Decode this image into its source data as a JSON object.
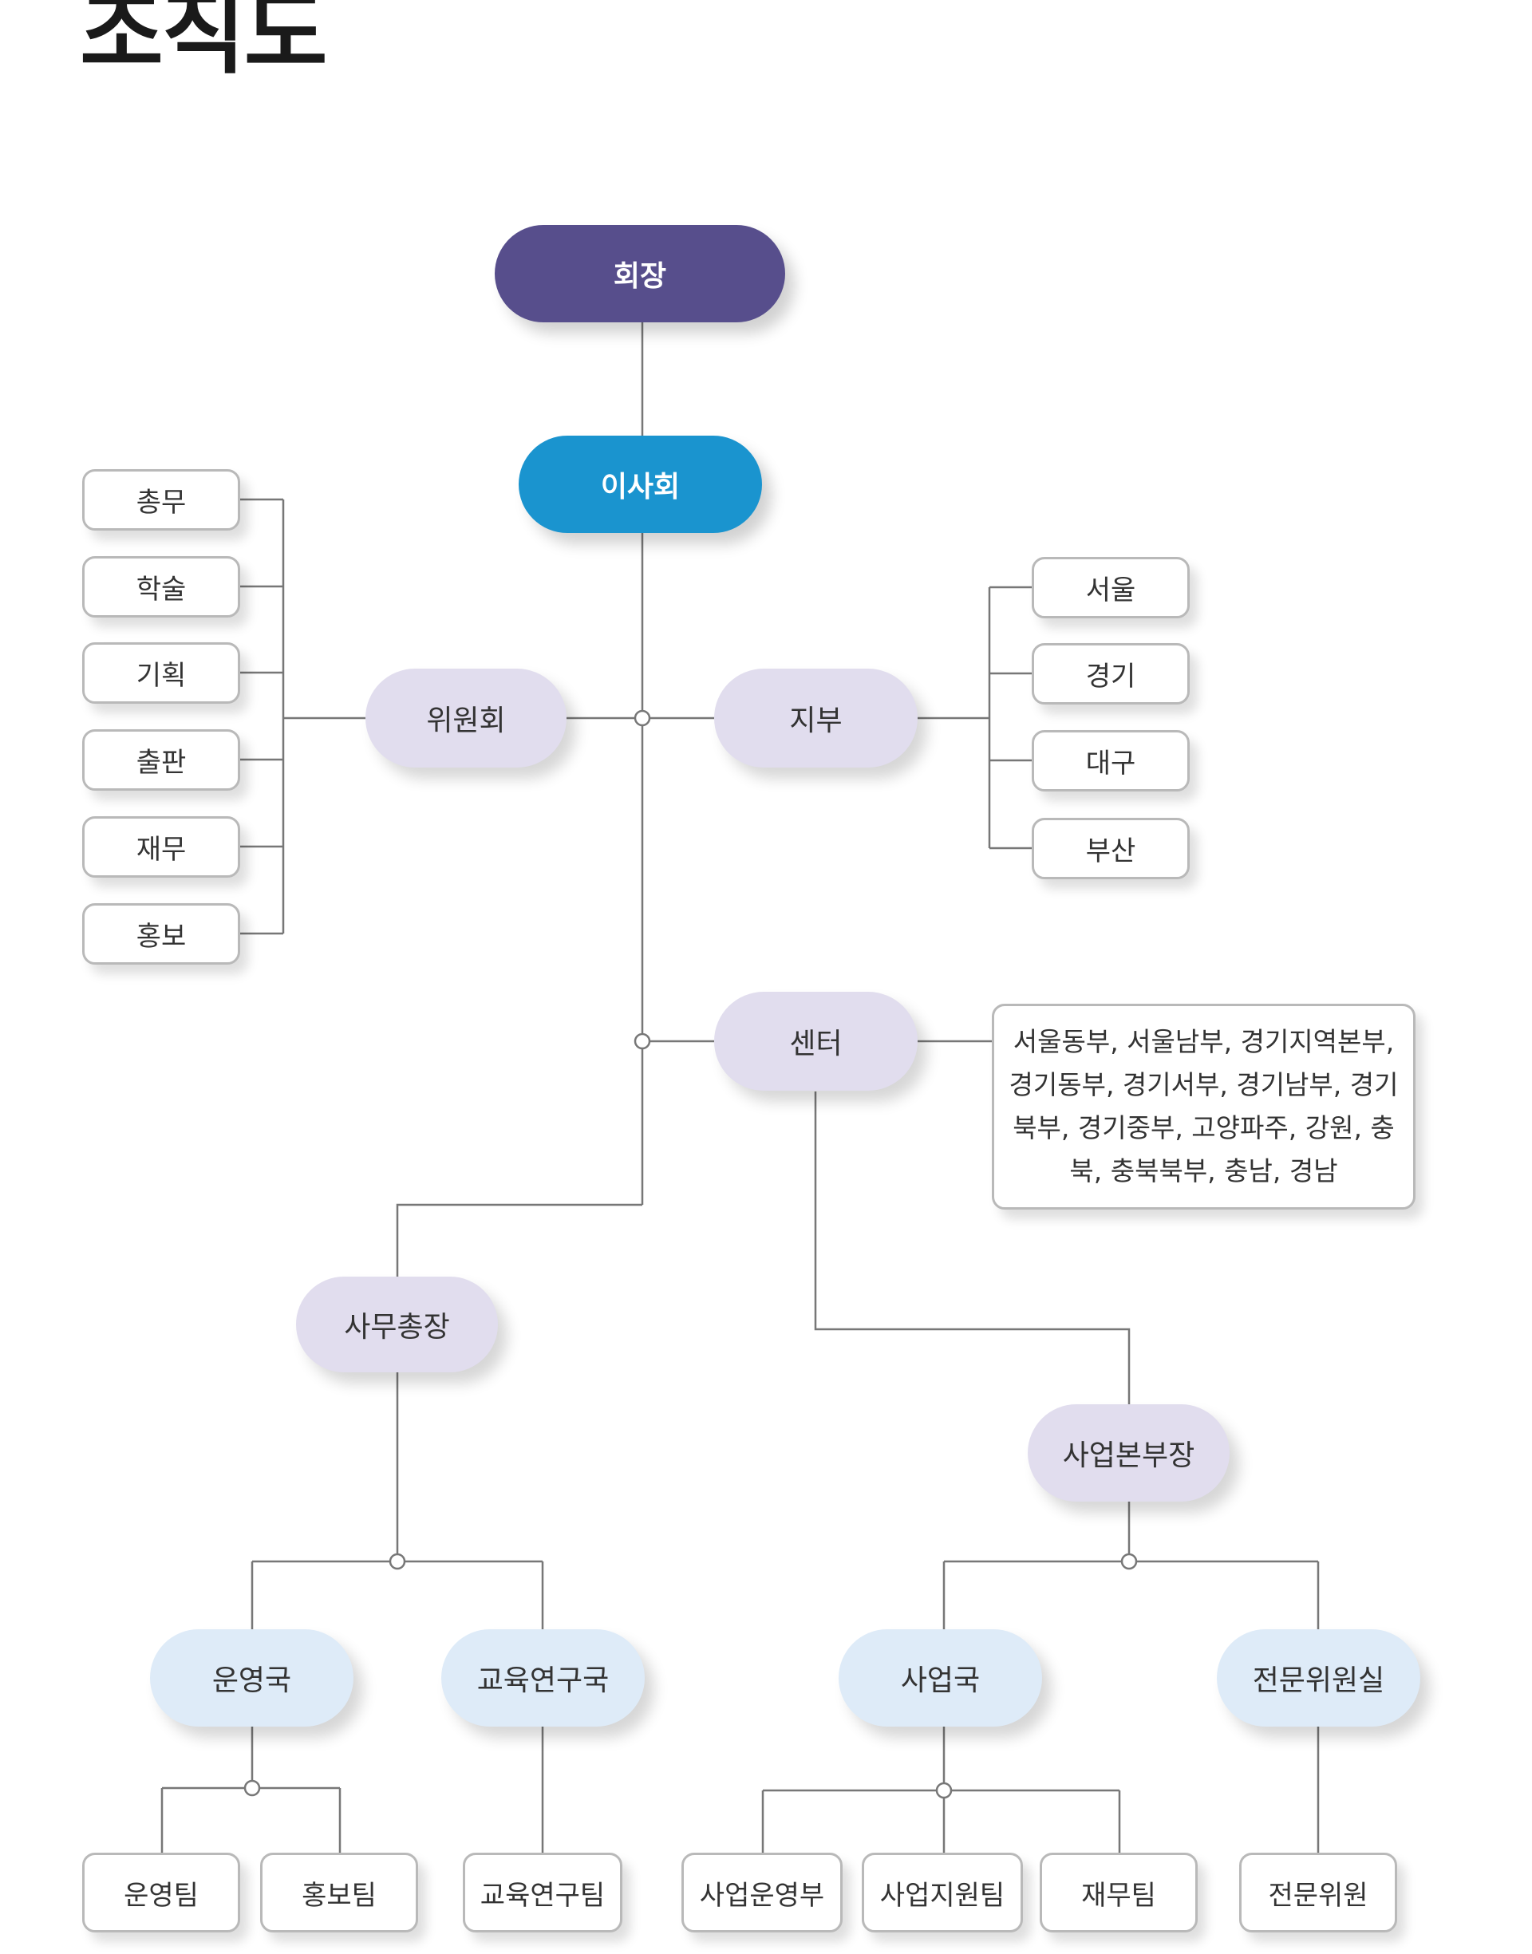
{
  "title": "조직도",
  "colors": {
    "president": "#574e8c",
    "board": "#1a94cf",
    "mid_level": "#e1ddee",
    "lower_level": "#deebf8",
    "connector": "#777777"
  },
  "nodes": {
    "president": "회장",
    "board": "이사회",
    "committee": "위원회",
    "branch": "지부",
    "center": "센터",
    "secretary_general": "사무총장",
    "business_director": "사업본부장"
  },
  "committee_items": [
    "총무",
    "학술",
    "기획",
    "출판",
    "재무",
    "홍보"
  ],
  "branch_items": [
    "서울",
    "경기",
    "대구",
    "부산"
  ],
  "center_list": "서울동부, 서울남부, 경기지역본부, 경기동부, 경기서부, 경기남부, 경기북부, 경기중부, 고양파주, 강원, 충북, 충북북부, 충남, 경남",
  "departments": {
    "operations": "운영국",
    "education_research": "교육연구국",
    "business": "사업국",
    "expert_committee_office": "전문위원실"
  },
  "teams": {
    "operations_team": "운영팀",
    "pr_team": "홍보팀",
    "education_research_team": "교육연구팀",
    "business_operations": "사업운영부",
    "business_support_team": "사업지원팀",
    "finance_team": "재무팀",
    "expert_member": "전문위원"
  }
}
